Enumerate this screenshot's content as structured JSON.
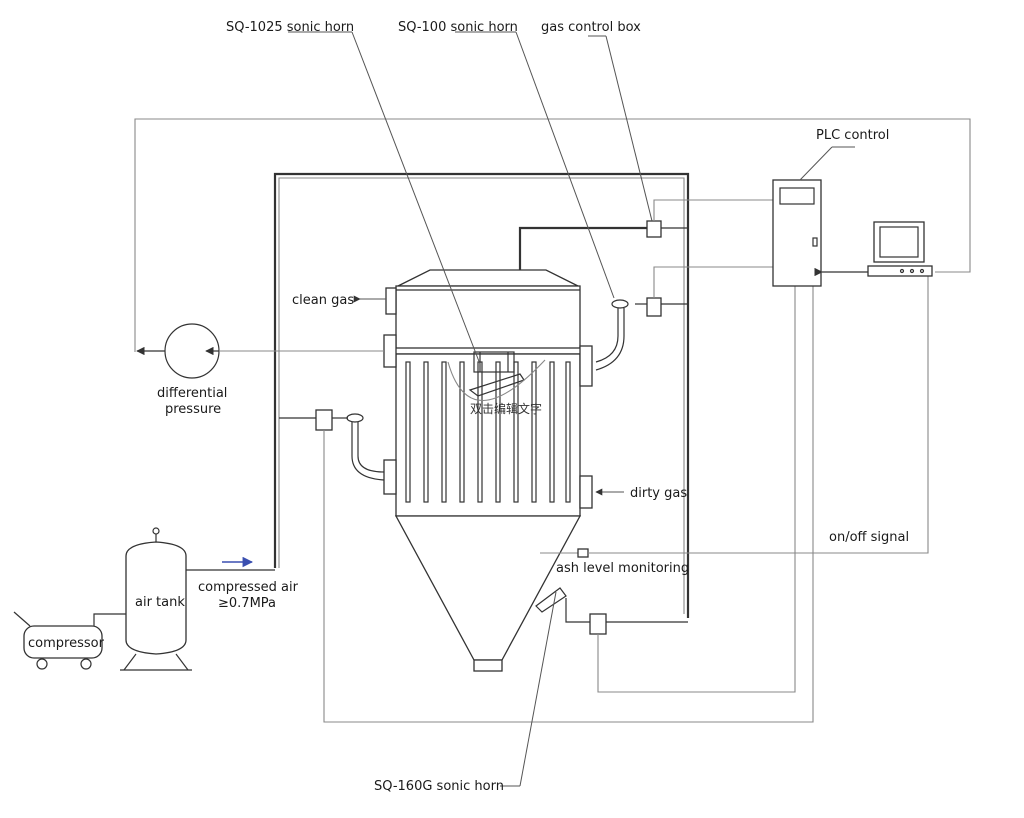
{
  "labels": {
    "sq1025": "SQ-1025 sonic horn",
    "sq100": "SQ-100 sonic horn",
    "gas_control_box": "gas control box",
    "plc_control": "PLC control",
    "clean_gas": "clean gas",
    "differential_pressure_1": "differential",
    "differential_pressure_2": "pressure",
    "dirty_gas": "dirty gas",
    "on_off_signal": "on/off signal",
    "ash_level": "ash level monitoring",
    "air_tank": "air tank",
    "compressed_air_1": "compressed air",
    "compressed_air_2": "≥0.7MPa",
    "compressor": "compressor",
    "sq160g": "SQ-160G sonic horn",
    "placeholder_text": "双击编辑文字"
  },
  "colors": {
    "line": "#333333",
    "arrow_blue": "#3a4fb0"
  }
}
